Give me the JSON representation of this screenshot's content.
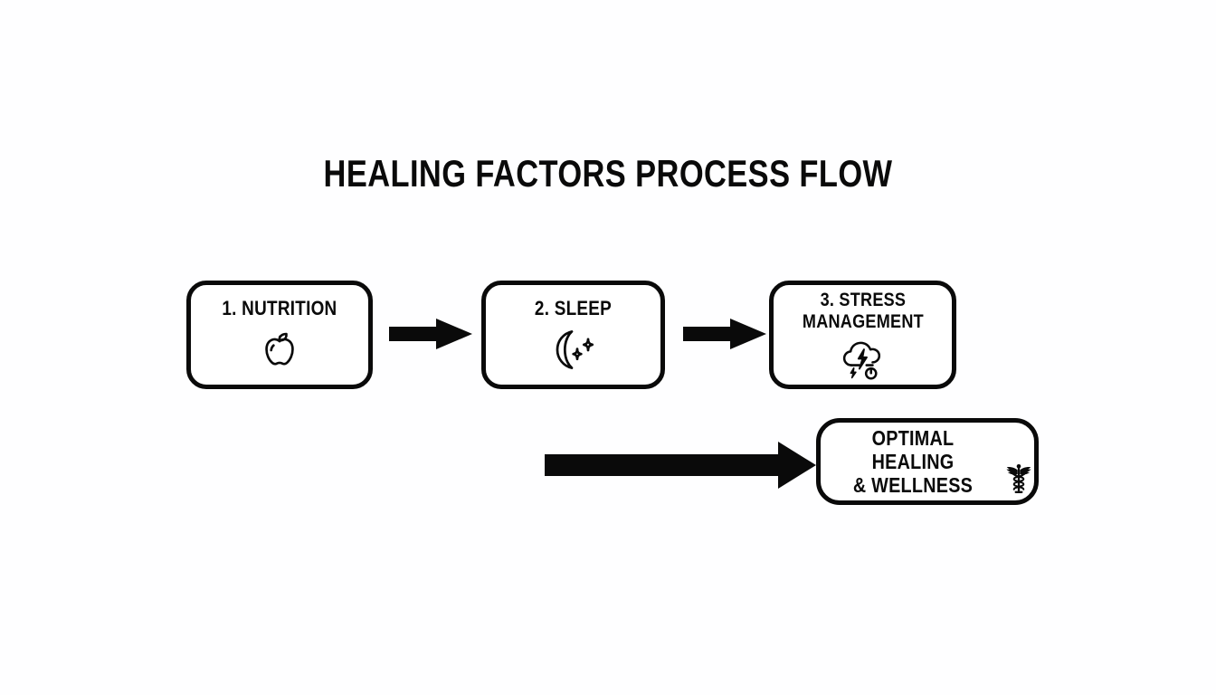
{
  "diagram": {
    "title": "HEALING FACTORS PROCESS FLOW",
    "background_color": "#fefeff",
    "stroke_color": "#0a0a0a",
    "type": "process-flow",
    "steps": [
      {
        "id": "nutrition",
        "label": "1. NUTRITION",
        "icon": "apple-icon"
      },
      {
        "id": "sleep",
        "label": "2. SLEEP",
        "icon": "crescent-moon-stars-icon"
      },
      {
        "id": "stress",
        "label": "3. STRESS\nMANAGEMENT",
        "icon": "storm-cloud-lightning-icon"
      }
    ],
    "outcome": {
      "id": "outcome",
      "label": "OPTIMAL HEALING\n& WELLNESS",
      "icon": "caduceus-icon"
    },
    "connectors": [
      {
        "id": "arrow-1",
        "from": "nutrition",
        "to": "sleep",
        "icon": "right-arrow-icon"
      },
      {
        "id": "arrow-2",
        "from": "sleep",
        "to": "stress",
        "icon": "right-arrow-icon"
      },
      {
        "id": "arrow-3",
        "from": "stress",
        "to": "outcome",
        "icon": "long-right-arrow-icon"
      }
    ]
  }
}
